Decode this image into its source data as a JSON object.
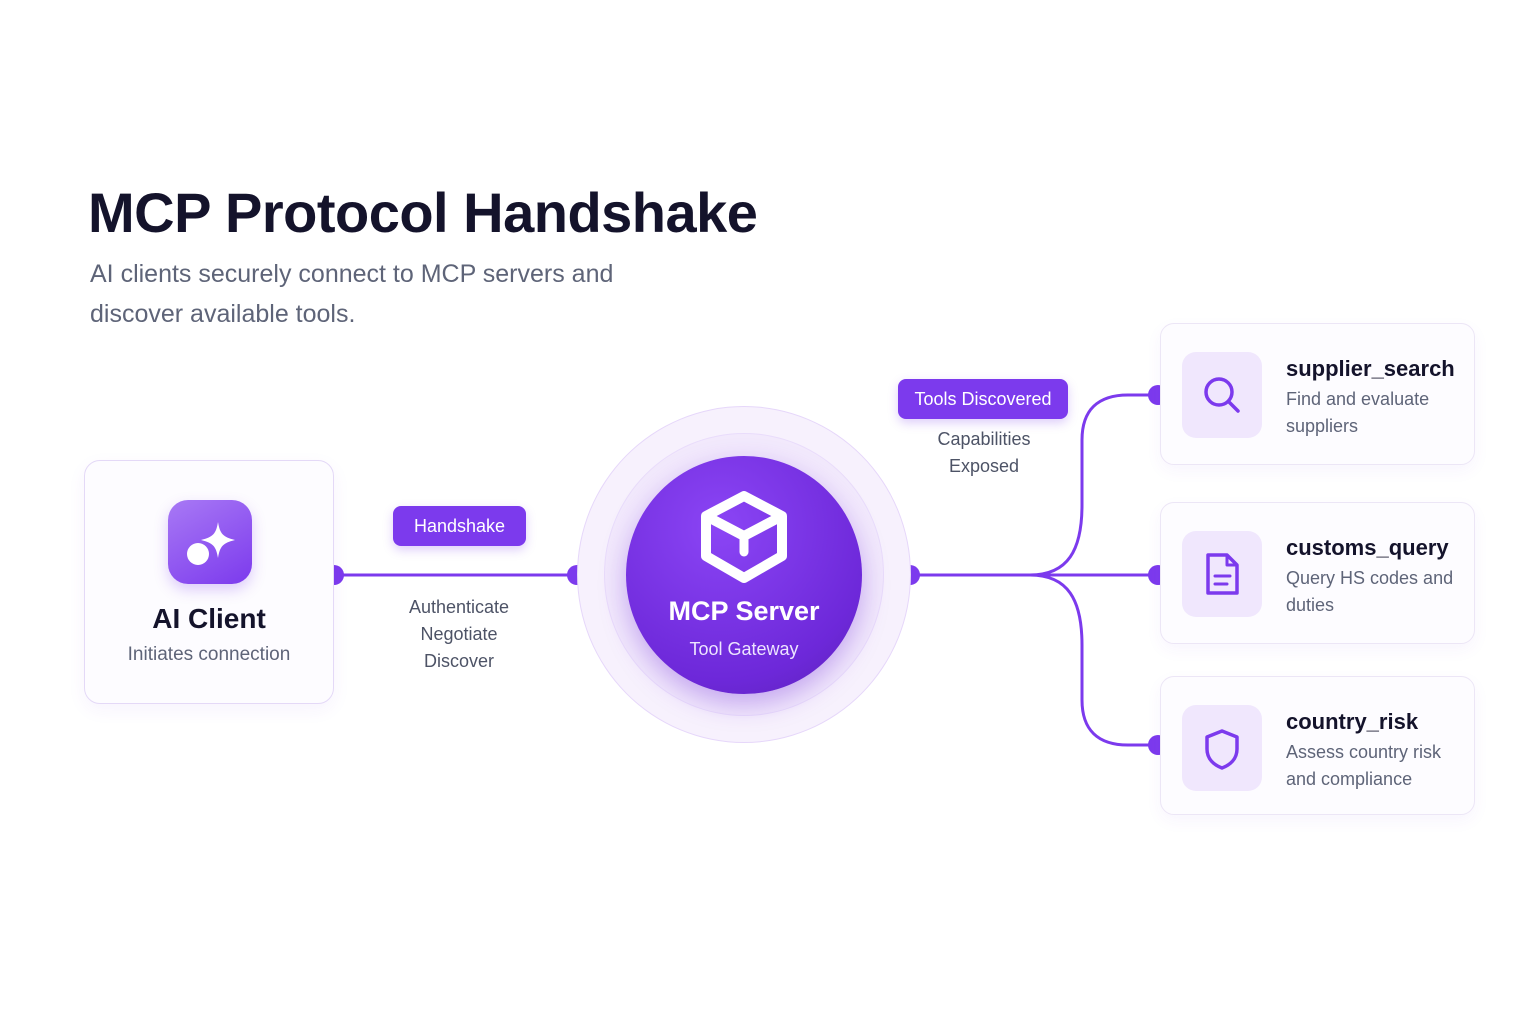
{
  "header": {
    "title": "MCP Protocol Handshake",
    "subtitle": "AI clients securely connect to MCP servers and discover available tools."
  },
  "client": {
    "title": "AI Client",
    "subtitle": "Initiates connection",
    "icon": "sparkle-icon"
  },
  "handshake": {
    "label": "Handshake",
    "steps": [
      "Authenticate",
      "Negotiate",
      "Discover"
    ]
  },
  "server": {
    "title": "MCP Server",
    "subtitle": "Tool Gateway",
    "icon": "cube-icon"
  },
  "discovery": {
    "label": "Tools Discovered",
    "caption": [
      "Capabilities",
      "Exposed"
    ]
  },
  "tools": [
    {
      "name": "supplier_search",
      "description": "Find and evaluate suppliers",
      "icon": "search-icon"
    },
    {
      "name": "customs_query",
      "description": "Query HS codes and duties",
      "icon": "document-icon"
    },
    {
      "name": "country_risk",
      "description": "Assess country risk and compliance",
      "icon": "shield-icon"
    }
  ],
  "colors": {
    "accent": "#7c3aed",
    "title": "#14132b",
    "muted": "#5e6478",
    "card_border": "#e4d9f7"
  }
}
